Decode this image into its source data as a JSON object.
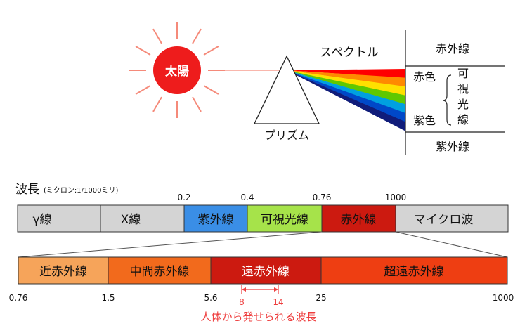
{
  "sun": {
    "label": "太陽",
    "color": "#ee1c1c",
    "ray_color": "#f58a7a"
  },
  "prism": {
    "label": "プリズム"
  },
  "spectrum": {
    "label": "スペクトル",
    "colors": [
      "#ff0000",
      "#ff8a00",
      "#ffe000",
      "#5fc800",
      "#00a0e0",
      "#0048c8",
      "#101c7a"
    ],
    "top_label": "赤外線",
    "red_label": "赤色",
    "violet_label": "紫色",
    "visible_label_chars": [
      "可",
      "視",
      "光",
      "線"
    ],
    "bottom_label": "紫外線"
  },
  "wavelength": {
    "title": "波長",
    "unit": "(ミクロン:1/1000ミリ)",
    "bands": [
      {
        "label": "γ線",
        "color": "#d4d4d4"
      },
      {
        "label": "X線",
        "color": "#d4d4d4"
      },
      {
        "label": "紫外線",
        "color": "#3a8ee6"
      },
      {
        "label": "可視光線",
        "color": "#a6e34a"
      },
      {
        "label": "赤外線",
        "color": "#cc1a10"
      },
      {
        "label": "マイクロ波",
        "color": "#d4d4d4"
      }
    ],
    "ticks": [
      "0.2",
      "0.4",
      "0.76",
      "1000"
    ]
  },
  "infrared": {
    "bands": [
      {
        "label": "近赤外線",
        "color": "#f6a45a"
      },
      {
        "label": "中間赤外線",
        "color": "#f26a1c"
      },
      {
        "label": "遠赤外線",
        "color": "#cc1a10"
      },
      {
        "label": "超遠赤外線",
        "color": "#ee3e12"
      }
    ],
    "ticks": [
      "0.76",
      "1.5",
      "5.6",
      "25",
      "1000"
    ],
    "human_range": {
      "from": "8",
      "to": "14",
      "label": "人体から発せられる波長",
      "color": "#ee3e3e"
    }
  }
}
